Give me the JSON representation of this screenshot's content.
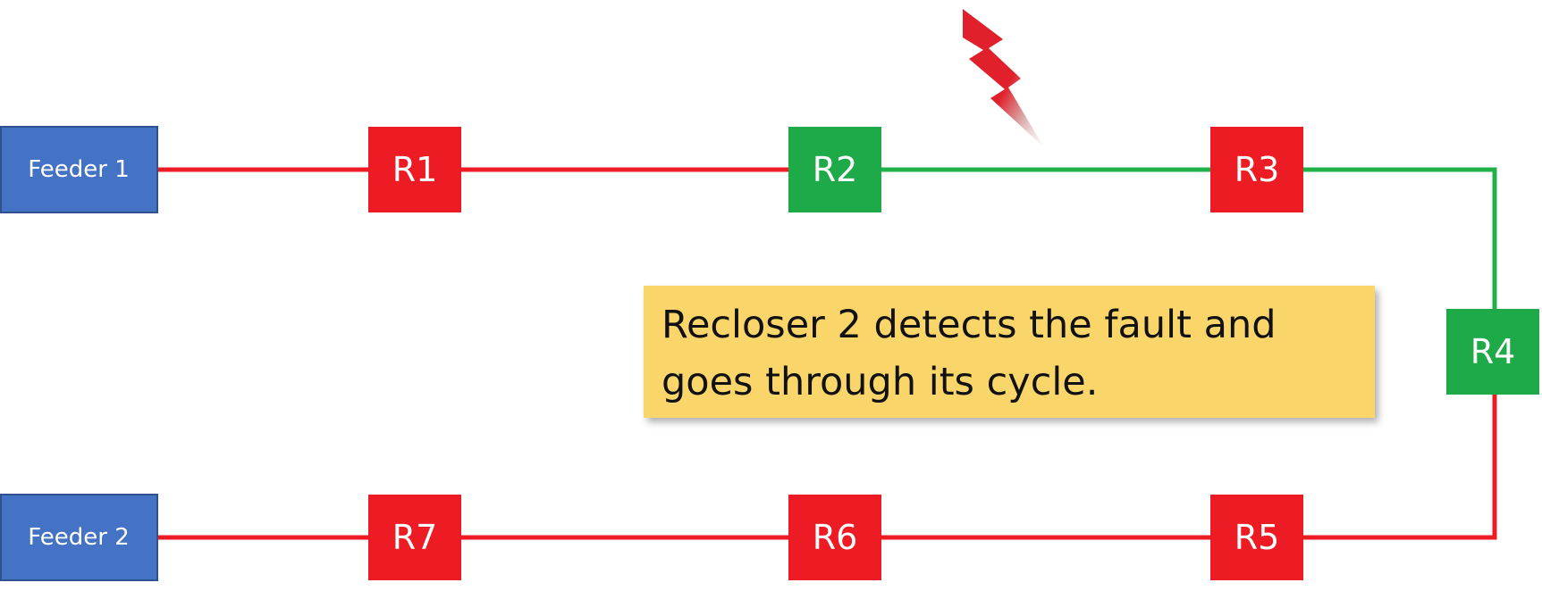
{
  "colors": {
    "feeder": "#4472C4",
    "feeder_border": "#2F528F",
    "recloser_red": "#ED1C24",
    "recloser_green": "#1FAA4A",
    "line_red": "#ED1C24",
    "line_green": "#22B04B",
    "note_bg": "#FAD66B",
    "lightning": "#E0202A"
  },
  "feeders": {
    "f1": "Feeder 1",
    "f2": "Feeder 2"
  },
  "reclosers": {
    "r1": {
      "label": "R1",
      "state": "red"
    },
    "r2": {
      "label": "R2",
      "state": "green"
    },
    "r3": {
      "label": "R3",
      "state": "red"
    },
    "r4": {
      "label": "R4",
      "state": "green"
    },
    "r5": {
      "label": "R5",
      "state": "red"
    },
    "r6": {
      "label": "R6",
      "state": "red"
    },
    "r7": {
      "label": "R7",
      "state": "red"
    }
  },
  "note": {
    "line1": "Recloser 2 detects the fault and",
    "line2": "goes through its cycle."
  },
  "fault_icon": "lightning-bolt-icon"
}
